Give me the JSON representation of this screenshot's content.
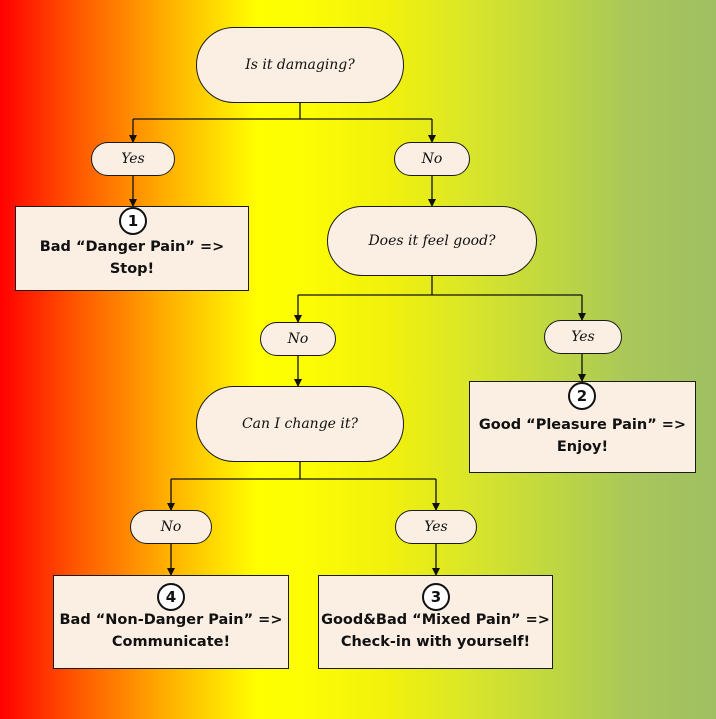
{
  "questions": {
    "q1": "Is it damaging?",
    "q2": "Does it feel good?",
    "q3": "Can I change it?"
  },
  "answers": {
    "a1_yes": "Yes",
    "a1_no": "No",
    "a2_no": "No",
    "a2_yes": "Yes",
    "a3_no": "No",
    "a3_yes": "Yes"
  },
  "outcomes": {
    "o1": {
      "number": "1",
      "line1": "Bad “Danger Pain” =>",
      "line2": "Stop!"
    },
    "o2": {
      "number": "2",
      "line1": "Good “Pleasure Pain” =>",
      "line2": "Enjoy!"
    },
    "o3": {
      "number": "3",
      "line1": "Good&Bad “Mixed Pain” =>",
      "line2": "Check-in with yourself!"
    },
    "o4": {
      "number": "4",
      "line1": "Bad “Non-Danger Pain” =>",
      "line2": "Communicate!"
    }
  },
  "colors": {
    "background_gradient": [
      "#ff0000",
      "#ffb400",
      "#ffff00",
      "#d8e52a",
      "#9fbf62"
    ],
    "node_fill": "#fbeee2",
    "stroke": "#1a1a1a"
  }
}
